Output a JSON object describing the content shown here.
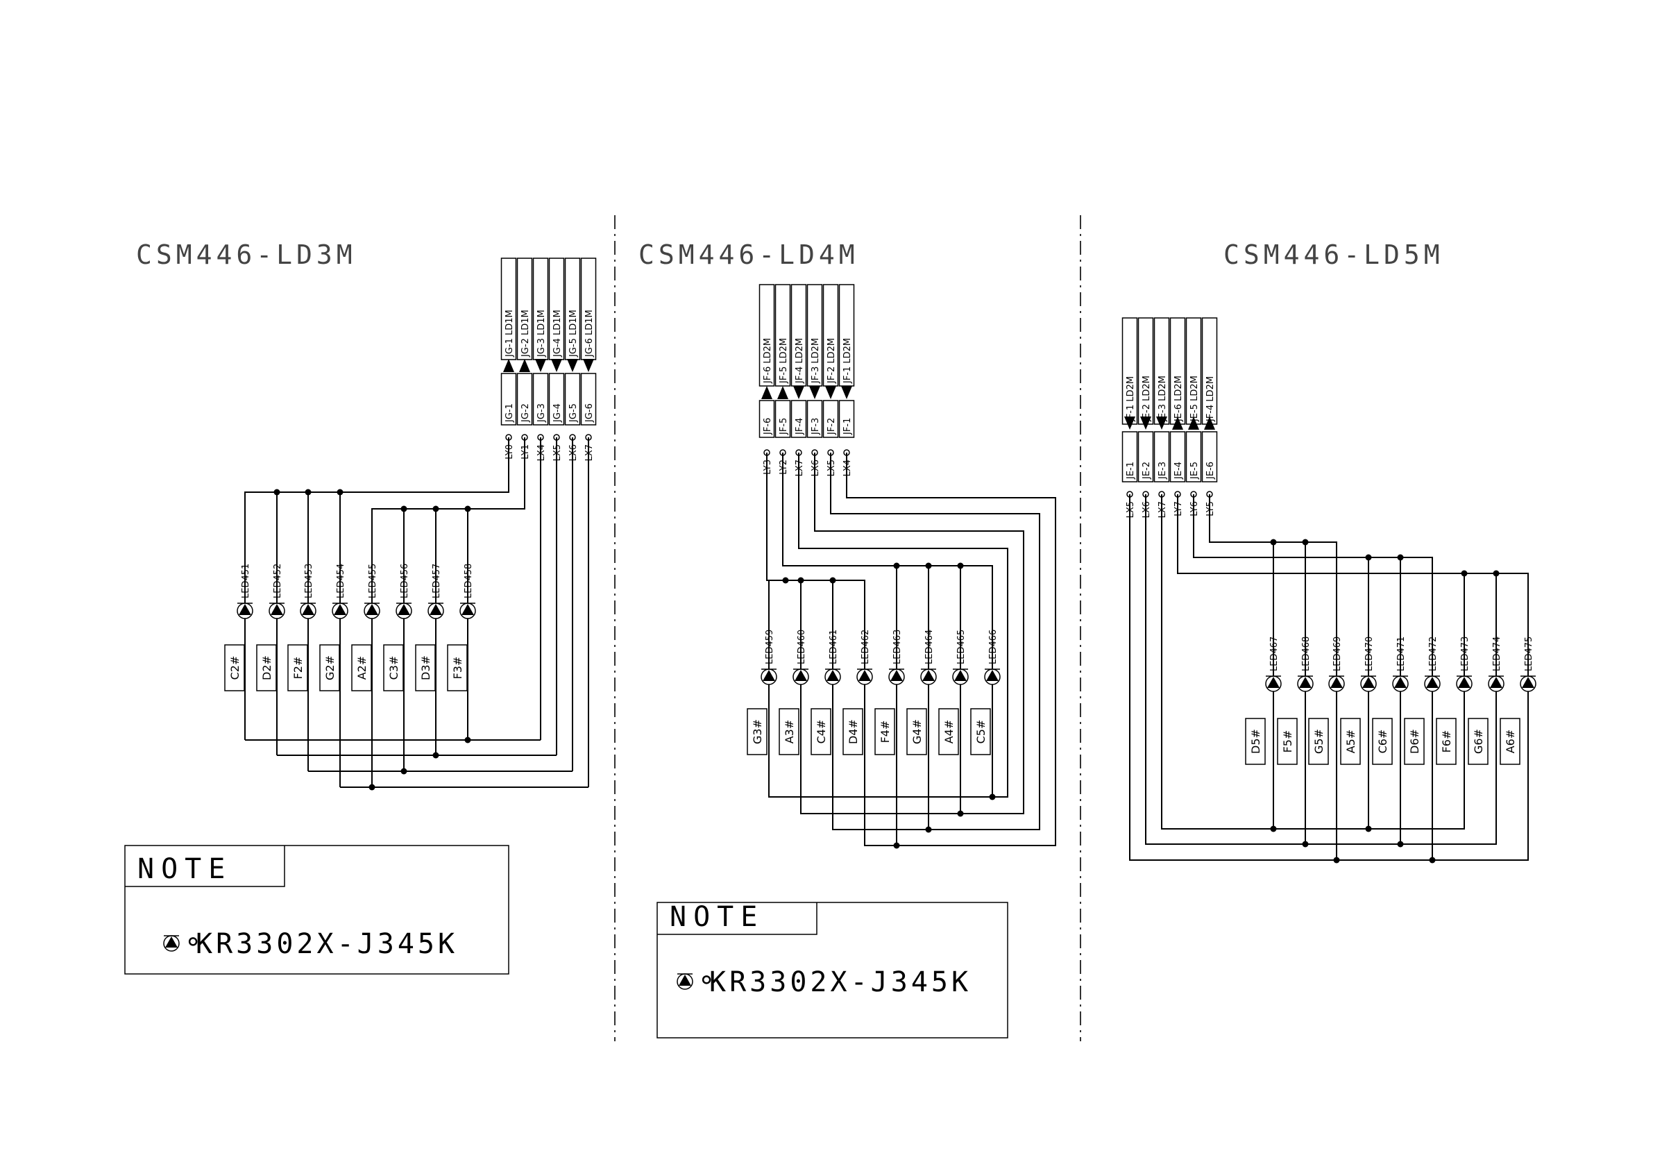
{
  "panels": [
    {
      "title": "CSM446-LD3M",
      "connectors": [
        {
          "inner": "JG-1",
          "outer": "JG-1 LD1M",
          "dir": "up",
          "net": "LY0"
        },
        {
          "inner": "JG-2",
          "outer": "JG-2 LD1M",
          "dir": "up",
          "net": "LY1"
        },
        {
          "inner": "JG-3",
          "outer": "JG-3 LD1M",
          "dir": "down",
          "net": "LX4"
        },
        {
          "inner": "JG-4",
          "outer": "JG-4 LD1M",
          "dir": "down",
          "net": "LX5"
        },
        {
          "inner": "JG-5",
          "outer": "JG-5 LD1M",
          "dir": "down",
          "net": "LX6"
        },
        {
          "inner": "JG-6",
          "outer": "JG-6 LD1M",
          "dir": "down",
          "net": "LX7"
        }
      ],
      "leds": [
        {
          "ref": "LED451",
          "note": "C2#"
        },
        {
          "ref": "LED452",
          "note": "D2#"
        },
        {
          "ref": "LED453",
          "note": "F2#"
        },
        {
          "ref": "LED454",
          "note": "G2#"
        },
        {
          "ref": "LED455",
          "note": "A2#"
        },
        {
          "ref": "LED456",
          "note": "C3#"
        },
        {
          "ref": "LED457",
          "note": "D3#"
        },
        {
          "ref": "LED458",
          "note": "F3#"
        }
      ]
    },
    {
      "title": "CSM446-LD4M",
      "connectors": [
        {
          "inner": "JF-6",
          "outer": "JF-6 LD2M",
          "dir": "up",
          "net": "LY3"
        },
        {
          "inner": "JF-5",
          "outer": "JF-5 LD2M",
          "dir": "up",
          "net": "LY2"
        },
        {
          "inner": "JF-4",
          "outer": "JF-4 LD2M",
          "dir": "down",
          "net": "LX7"
        },
        {
          "inner": "JF-3",
          "outer": "JF-3 LD2M",
          "dir": "down",
          "net": "LX6"
        },
        {
          "inner": "JF-2",
          "outer": "JF-2 LD2M",
          "dir": "down",
          "net": "LX5"
        },
        {
          "inner": "JF-1",
          "outer": "JF-1 LD2M",
          "dir": "down",
          "net": "LX4"
        }
      ],
      "leds": [
        {
          "ref": "LED459",
          "note": "G3#"
        },
        {
          "ref": "LED460",
          "note": "A3#"
        },
        {
          "ref": "LED461",
          "note": "C4#"
        },
        {
          "ref": "LED462",
          "note": "D4#"
        },
        {
          "ref": "LED463",
          "note": "F4#"
        },
        {
          "ref": "LED464",
          "note": "G4#"
        },
        {
          "ref": "LED465",
          "note": "A4#"
        },
        {
          "ref": "LED466",
          "note": "C5#"
        }
      ]
    },
    {
      "title": "CSM446-LD5M",
      "connectors": [
        {
          "inner": "JE-1",
          "outer": "JF-1 LD2M",
          "dir": "down",
          "net": "LX5"
        },
        {
          "inner": "JE-2",
          "outer": "JE-2 LD2M",
          "dir": "down",
          "net": "LX6"
        },
        {
          "inner": "JE-3",
          "outer": "JE-3 LD2M",
          "dir": "down",
          "net": "LX7"
        },
        {
          "inner": "JE-4",
          "outer": "JE-6 LD2M",
          "dir": "up",
          "net": "LY7"
        },
        {
          "inner": "JE-5",
          "outer": "JE-5 LD2M",
          "dir": "up",
          "net": "LY6"
        },
        {
          "inner": "JE-6",
          "outer": "JF-4 LD2M",
          "dir": "up",
          "net": "LY5"
        }
      ],
      "leds": [
        {
          "ref": "LED467",
          "note": "D5#"
        },
        {
          "ref": "LED468",
          "note": "F5#"
        },
        {
          "ref": "LED469",
          "note": "G5#"
        },
        {
          "ref": "LED470",
          "note": "A5#"
        },
        {
          "ref": "LED471",
          "note": "C6#"
        },
        {
          "ref": "LED472",
          "note": "D6#"
        },
        {
          "ref": "LED473",
          "note": "F6#"
        },
        {
          "ref": "LED474",
          "note": "G6#"
        },
        {
          "ref": "LED475",
          "note": "A6#"
        }
      ]
    }
  ],
  "notes": [
    {
      "heading": "NOTE",
      "text": "KR3302X-J345K"
    },
    {
      "heading": "NOTE",
      "text": "KR3302X-J345K"
    }
  ]
}
